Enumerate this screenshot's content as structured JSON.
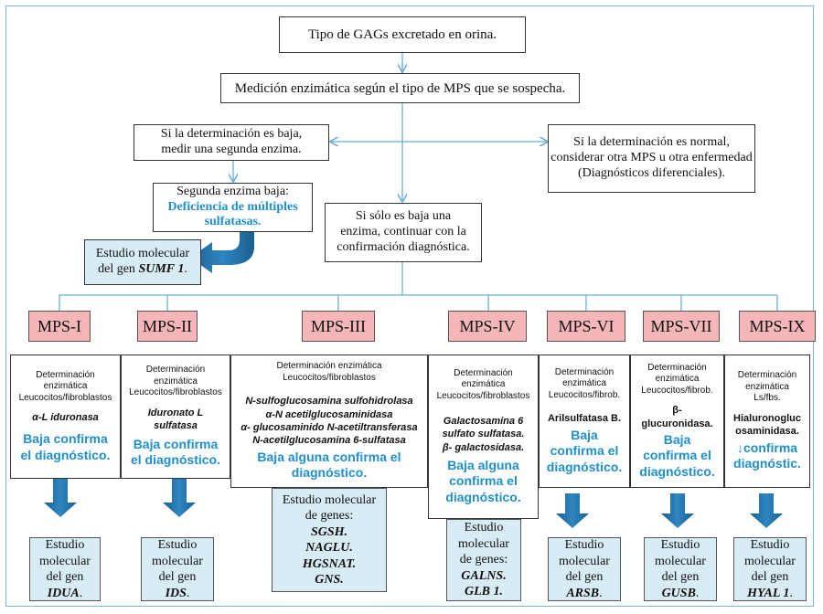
{
  "top": {
    "gags": "Tipo de GAGs excretado en orina.",
    "medicion": "Medición enzimática según el tipo de MPS que se sospecha.",
    "baja_line1": "Si la determinación es baja,",
    "baja_line2": "medir una segunda enzima.",
    "normal_line1": "Si la determinación es normal,",
    "normal_line2": "considerar otra MPS u otra enfermedad",
    "normal_line3": "(Diagnósticos diferenciales).",
    "segunda_line1": "Segunda enzima baja:",
    "segunda_line2": "Deficiencia de múltiples",
    "segunda_line3": "sulfatasas.",
    "solo_line1": "Si sólo es baja una",
    "solo_line2": "enzima, continuar con la",
    "solo_line3": "confirmación diagnóstica.",
    "sumf_line1": "Estudio molecular",
    "sumf_line2": "del gen",
    "sumf_gene": "SUMF 1",
    "sumf_end": "."
  },
  "mps": [
    "MPS-I",
    "MPS-II",
    "MPS-III",
    "MPS-IV",
    "MPS-VI",
    "MPS-VII",
    "MPS-IX"
  ],
  "columns": {
    "c1": {
      "det": [
        "Determinación",
        "enzimática",
        "Leucocitos/fibroblastos"
      ],
      "enzyme": [
        "α-L iduronasa"
      ],
      "confirm": [
        "Baja confirma",
        "el diagnóstico."
      ]
    },
    "c2": {
      "det": [
        "Determinación",
        "enzimática",
        "Leucocitos/fibroblastos"
      ],
      "enzyme": [
        "Iduronato L",
        "sulfatasa"
      ],
      "confirm": [
        "Baja confirma",
        "el diagnóstico."
      ]
    },
    "c3": {
      "det": [
        "Determinación enzimática",
        "Leucocitos/fibroblastos"
      ],
      "enzyme": [
        "N-sulfoglucosamina sulfohidrolasa",
        "α-N acetilglucosaminidasa",
        "α- glucosaminido N-acetiltransferasa",
        "N-acetilglucosamina 6-sulfatasa"
      ],
      "confirm": [
        "Baja alguna confirma el",
        "diagnóstico."
      ]
    },
    "c4": {
      "det": [
        "Determinación",
        "enzimática",
        "Leucocitos/fibroblastos"
      ],
      "enzyme": [
        "Galactosamina 6",
        "sulfato sulfatasa.",
        "β- galactosidasa."
      ],
      "confirm": [
        "Baja alguna",
        "confirma el",
        "diagnóstico."
      ]
    },
    "c5": {
      "det": [
        "Determinación",
        "enzimática",
        "Leucocitos/fibrob."
      ],
      "enzyme": [
        "Arilsulfatasa B."
      ],
      "confirm": [
        "Baja",
        "confirma el",
        "diagnóstico."
      ]
    },
    "c6": {
      "det": [
        "Determinación",
        "enzimática",
        "Leucocitos/fibrob."
      ],
      "enzyme": [
        "β-",
        "glucuronidasa."
      ],
      "confirm": [
        "Baja",
        "confirma el",
        "diagnóstico."
      ]
    },
    "c7": {
      "det": [
        "Determinación",
        "enzimática",
        "Ls/fbs."
      ],
      "enzyme": [
        "Hialuronogluc",
        "osaminidasa."
      ],
      "confirm": [
        "↓confirma",
        "diagnóstic."
      ]
    }
  },
  "molecular": {
    "m1": {
      "lines": [
        "Estudio",
        "molecular",
        "del gen"
      ],
      "gene": "IDUA",
      "end": "."
    },
    "m2": {
      "lines": [
        "Estudio",
        "molecular",
        "del gen"
      ],
      "gene": "IDS",
      "end": "."
    },
    "m3": {
      "lines": [
        "Estudio molecular",
        "de genes:"
      ],
      "genes": [
        "SGSH.",
        "NAGLU.",
        "HGSNAT.",
        "GNS."
      ]
    },
    "m4": {
      "lines": [
        "Estudio",
        "molecular",
        "de genes:"
      ],
      "genes": [
        "GALNS.",
        "GLB 1."
      ]
    },
    "m5": {
      "lines": [
        "Estudio",
        "molecular",
        "del gen"
      ],
      "gene": "ARSB",
      "end": "."
    },
    "m6": {
      "lines": [
        "Estudio",
        "molecular",
        "del gen"
      ],
      "gene": "GUSB",
      "end": "."
    },
    "m7": {
      "lines": [
        "Estudio",
        "molecular",
        "del gen"
      ],
      "gene": "HYAL 1",
      "end": "."
    }
  },
  "colors": {
    "pink": "#f4b6b9",
    "light_blue": "#d8ecf5",
    "accent_blue": "#1f8fc9",
    "arrow_blue": "#1f6fa3",
    "frame": "#7fb3d5"
  }
}
